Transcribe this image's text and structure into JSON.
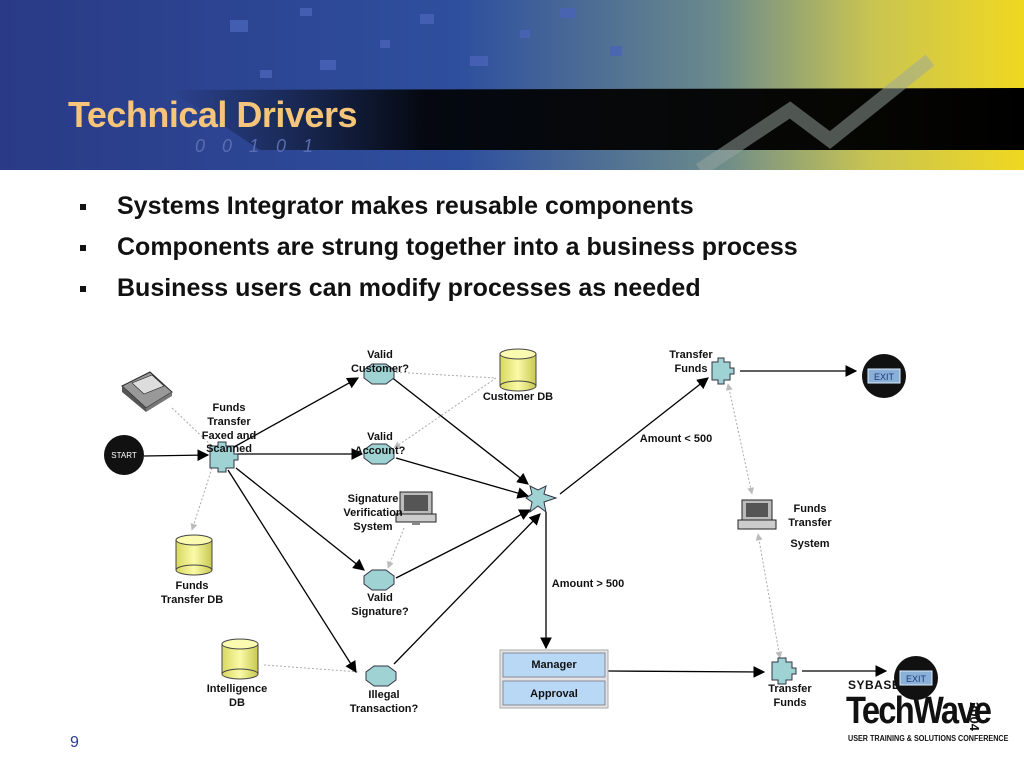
{
  "slide": {
    "title": "Technical Drivers",
    "page_number": "9",
    "bullets": [
      "Systems Integrator makes reusable components",
      "Components are strung together into a business process",
      "Business users can modify processes as needed"
    ],
    "banner_digits": "0 0 1 0 1"
  },
  "diagram": {
    "start": "START",
    "exit": "EXIT",
    "funds_transfer": [
      "Funds",
      "Transfer",
      "Faxed and",
      "Scanned"
    ],
    "valid_customer": [
      "Valid",
      "Customer?"
    ],
    "valid_account": [
      "Valid",
      "Account?"
    ],
    "signature_verification": [
      "Signature",
      "Verification",
      "System"
    ],
    "valid_signature": [
      "Valid",
      "Signature?"
    ],
    "illegal_transaction": [
      "Illegal",
      "Transaction?"
    ],
    "customer_db": "Customer DB",
    "funds_transfer_db": [
      "Funds",
      "Transfer DB"
    ],
    "intelligence_db": [
      "Intelligence",
      "DB"
    ],
    "transfer_funds_top": [
      "Transfer",
      "Funds"
    ],
    "transfer_funds_bottom": [
      "Transfer",
      "Funds"
    ],
    "funds_transfer_system": [
      "Funds",
      "Transfer",
      "System"
    ],
    "amount_lt": "Amount < 500",
    "amount_gt": "Amount > 500",
    "manager": "Manager",
    "approval": "Approval"
  },
  "logo": {
    "brand": "SYBASE",
    "product": "TechWave",
    "year": "2004",
    "tagline": "USER TRAINING & SOLUTIONS CONFERENCE"
  },
  "colors": {
    "title": "#f6c57a",
    "shape_fill": "#9fd3d3",
    "db_fill": "#f0f08c",
    "manager_fill": "#b8d8f5",
    "page_number": "#2b3a90"
  }
}
